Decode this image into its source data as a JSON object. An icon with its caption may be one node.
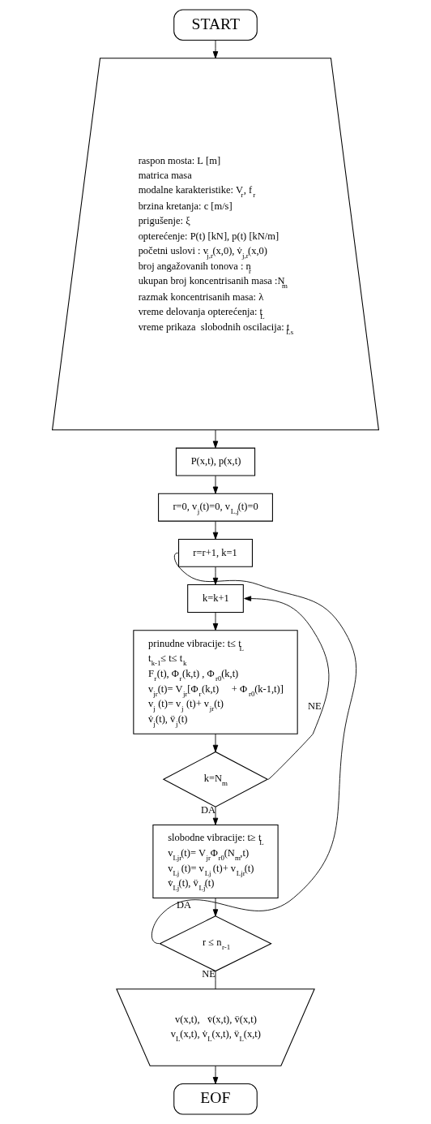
{
  "diagram": {
    "nodes": [
      {
        "text": [
          "START"
        ]
      },
      {
        "text": [
          "raspon mosta: L [m]",
          "matrica masa",
          "modalne karakteristike: V$_{r}$, f$_{r}$",
          "brzina kretanja: c [m/s]",
          "prigušenje: ξ",
          "opterećenje: P(t) [kN], p(t) [kN/m]",
          "početni uslovi : v$_{j,r}$(x,0), v̇$_{j,r}$(x,0)",
          "broj angažovanih tonova : n$_{r}$",
          "ukupan broj koncentrisanih masa :N$_{m}$",
          "razmak koncentrisanih masa: λ",
          "vreme delovanja opterećenja: t$_{L}$",
          "vreme prikaza  slobodnih oscilacija: t$_{Ls}$"
        ]
      },
      {
        "text": [
          "P(x,t), p(x,t)"
        ]
      },
      {
        "text": [
          "r=0, v$_{j}$(t)=0, v$_{L,j}$(t)=0"
        ]
      },
      {
        "text": [
          "r=r+1, k=1"
        ]
      },
      {
        "text": [
          "k=k+1"
        ]
      },
      {
        "text": [
          "prinudne vibracije: t≤ t$_{L}$",
          "t$_{k-1}$≤ t≤ t$_{k}$",
          "F$_{r}$(t), Φ$_{r}$(k,t) , Φ$_{r0}$(k,t)",
          "v$_{jr}$(t)= V$_{jr}$[Φ$_{r}$(k,t)     + Φ$_{r0}$(k-1,t)]",
          "v$_{j}$ (t)= v$_{j}$ (t)+ v$_{jr}$(t)",
          "v̇$_{j}$(t), v̈$_{j}$(t)"
        ]
      },
      {
        "text": [
          "k=N$_{m}$"
        ]
      },
      {
        "text": [
          "slobodne vibracije: t≥ t$_{L}$",
          "v$_{Ljr}$(t)= V$_{jr}$Φ$_{r0}$(N$_{m}$,t)",
          "v$_{Lj}$ (t)= v$_{Lj}$ (t)+ v$_{Ljr}$(t)",
          "v̇$_{Lj}$(t), v̈$_{Lj}$(t)"
        ]
      },
      {
        "text": [
          "r ≤ n$_{r-1}$"
        ]
      },
      {
        "text": [
          "v(x,t),   v̇(x,t), v̈(x,t)",
          "v$_{L}$(x,t), v̇$_{L}$(x,t), v̈$_{L}$(x,t)"
        ]
      },
      {
        "text": [
          "EOF"
        ]
      }
    ],
    "edges": [
      {
        "from": 0,
        "to": 1,
        "arrow": "to"
      },
      {
        "from": 1,
        "to": 2,
        "arrow": "to"
      },
      {
        "from": 2,
        "to": 3,
        "arrow": "to"
      },
      {
        "from": 3,
        "to": 4,
        "arrow": "to"
      },
      {
        "from": 4,
        "to": 5,
        "arrow": "to"
      },
      {
        "from": 5,
        "to": 6,
        "arrow": "to"
      },
      {
        "from": 6,
        "to": 7,
        "arrow": "to"
      },
      {
        "from": 7,
        "to": 5,
        "arrow": "to",
        "label": "NE"
      },
      {
        "from": 7,
        "to": 8,
        "arrow": "to",
        "label": "DA"
      },
      {
        "from": 8,
        "to": 9,
        "arrow": "to"
      },
      {
        "from": 9,
        "to": 4,
        "arrow": "none",
        "label": "DA"
      },
      {
        "from": 9,
        "to": 10,
        "arrow": "none",
        "label": "NE"
      },
      {
        "from": 10,
        "to": 11,
        "arrow": "to"
      }
    ]
  }
}
